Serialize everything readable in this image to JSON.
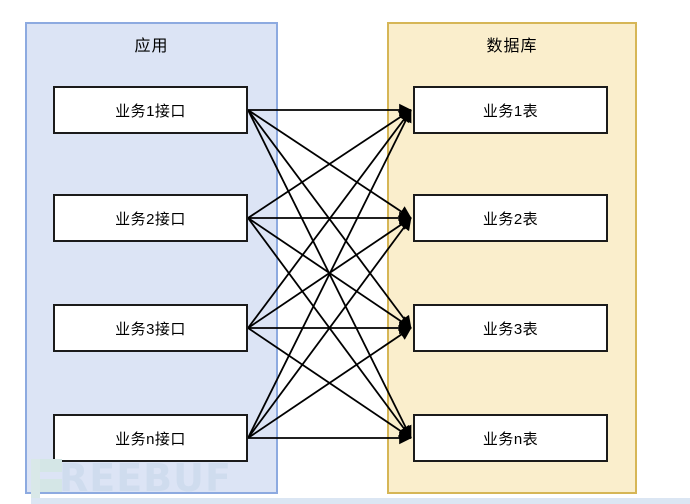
{
  "diagram": {
    "title_app": "应用",
    "title_db": "数据库",
    "type": "bipartite-mesh",
    "description": "每个业务接口都直接连接到每个业务表",
    "colors": {
      "app_panel_fill": "#dce4f5",
      "app_panel_border": "#8daae0",
      "db_panel_fill": "#faeecc",
      "db_panel_border": "#d6b656",
      "node_fill": "#ffffff",
      "node_border": "#1b1b1b",
      "edge": "#000000",
      "background": "#ffffff"
    }
  },
  "left_panel": {
    "label": "应用",
    "nodes": [
      {
        "label": "业务1接口"
      },
      {
        "label": "业务2接口"
      },
      {
        "label": "业务3接口"
      },
      {
        "label": "业务n接口"
      }
    ]
  },
  "right_panel": {
    "label": "数据库",
    "nodes": [
      {
        "label": "业务1表"
      },
      {
        "label": "业务2表"
      },
      {
        "label": "业务3表"
      },
      {
        "label": "业务n表"
      }
    ]
  },
  "edges": {
    "count": 16,
    "direction": "left-to-right",
    "arrowhead": "filled-triangle",
    "pairs": [
      [
        "业务1接口",
        "业务1表"
      ],
      [
        "业务1接口",
        "业务2表"
      ],
      [
        "业务1接口",
        "业务3表"
      ],
      [
        "业务1接口",
        "业务n表"
      ],
      [
        "业务2接口",
        "业务1表"
      ],
      [
        "业务2接口",
        "业务2表"
      ],
      [
        "业务2接口",
        "业务3表"
      ],
      [
        "业务2接口",
        "业务n表"
      ],
      [
        "业务3接口",
        "业务1表"
      ],
      [
        "业务3接口",
        "业务2表"
      ],
      [
        "业务3接口",
        "业务3表"
      ],
      [
        "业务3接口",
        "业务n表"
      ],
      [
        "业务n接口",
        "业务1表"
      ],
      [
        "业务n接口",
        "业务2表"
      ],
      [
        "业务n接口",
        "业务3表"
      ],
      [
        "业务n接口",
        "业务n表"
      ]
    ]
  },
  "watermark": {
    "text": "REEBUF",
    "brand": "FREEBUF",
    "color": "#cfdcee"
  }
}
